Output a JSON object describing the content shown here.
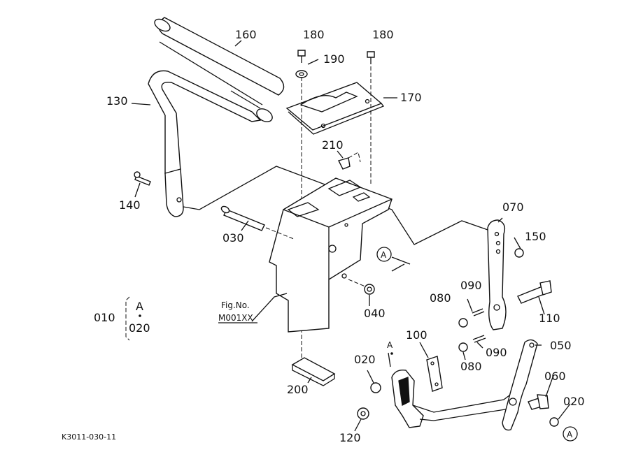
{
  "labels": {
    "p160": "160",
    "p180a": "180",
    "p180b": "180",
    "p190": "190",
    "p170": "170",
    "p130": "130",
    "p210": "210",
    "p140": "140",
    "p030": "030",
    "p070": "070",
    "p150": "150",
    "ref_a1": "A",
    "p040": "040",
    "p090a": "090",
    "p080a": "080",
    "p110": "110",
    "p010": "010",
    "ref_a2": "A",
    "p020a": "020",
    "fig_no": "Fig.No.",
    "fig_code": "M001XX",
    "p100": "100",
    "ref_a3": "A",
    "p090b": "090",
    "p050": "050",
    "p080b": "080",
    "p020b": "020",
    "p200": "200",
    "p060": "060",
    "p020c": "020",
    "p120": "120",
    "ref_a4": "A",
    "doc_code": "K3011-030-11"
  }
}
